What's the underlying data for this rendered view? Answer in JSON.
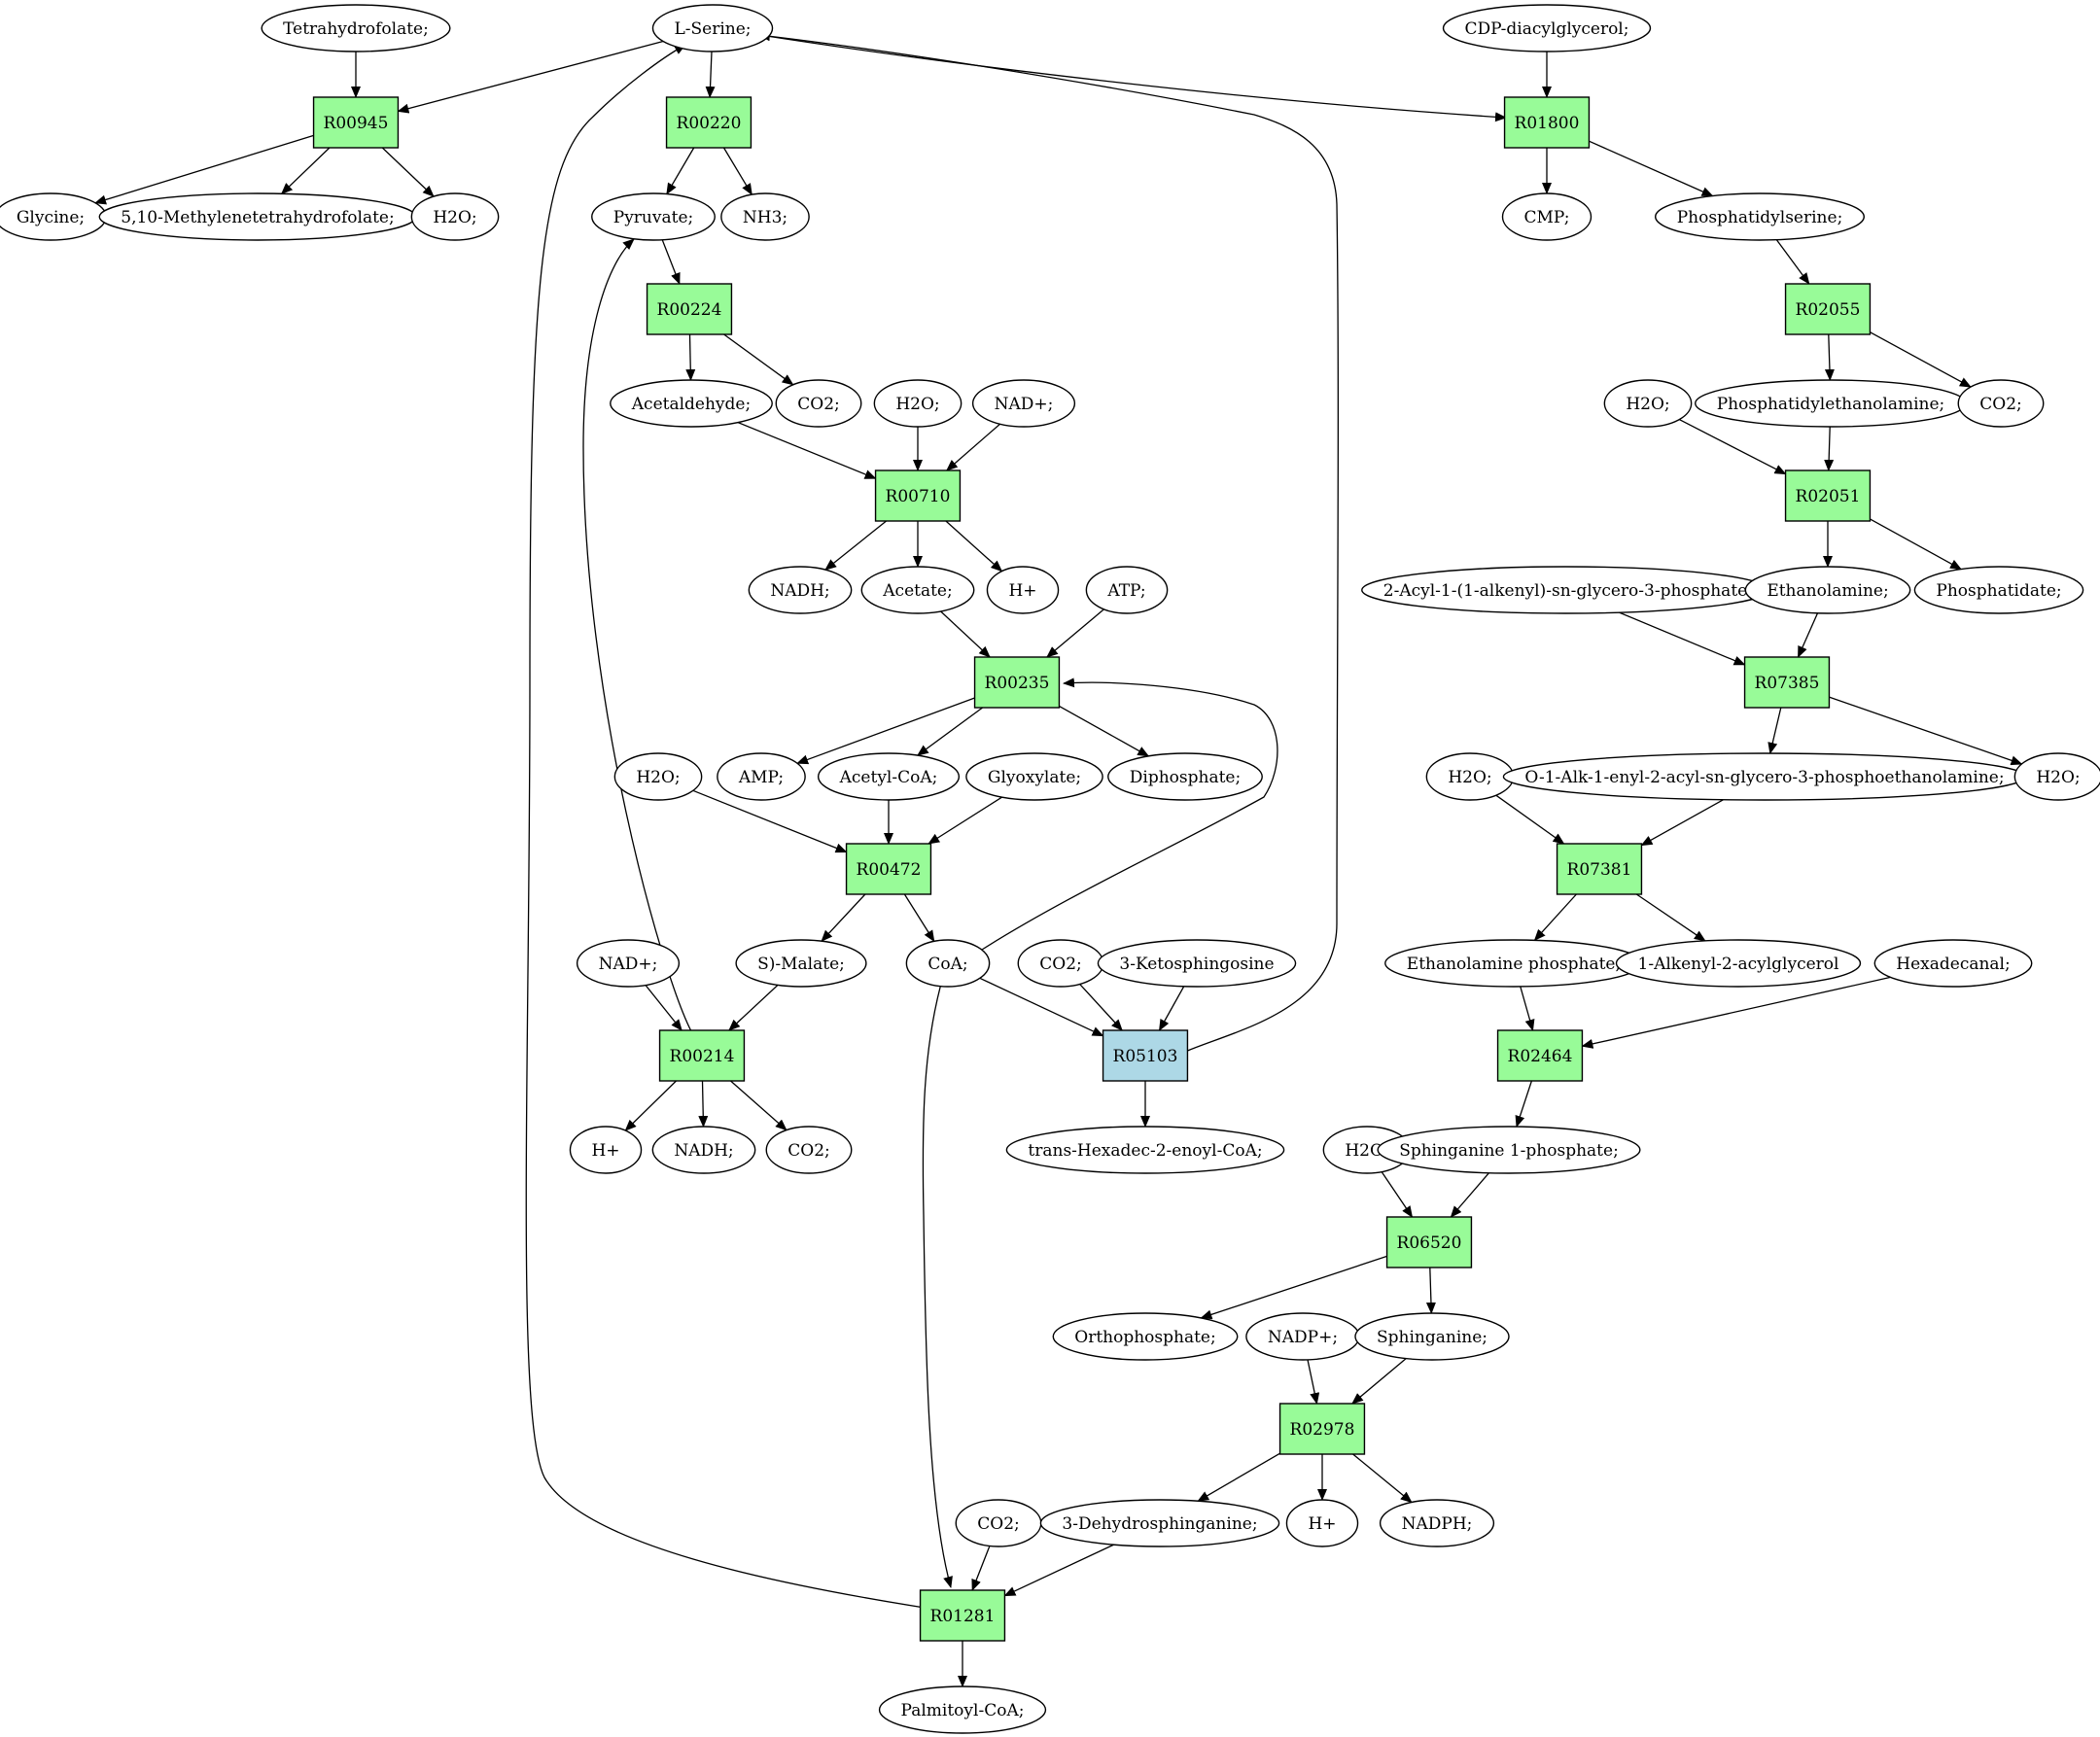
{
  "colors": {
    "reaction": "#98fb98",
    "reaction_highlight": "#add8e6",
    "compound_source": "#00ff00",
    "compound_target": "#ffff00",
    "compound": "#ffffff"
  },
  "nodes": [
    {
      "id": "thf",
      "label": "Tetrahydrofolate;",
      "kind": "compound"
    },
    {
      "id": "ser",
      "label": "L-Serine;",
      "kind": "source"
    },
    {
      "id": "cdpdag",
      "label": "CDP-diacylglycerol;",
      "kind": "compound"
    },
    {
      "id": "R00945",
      "label": "R00945",
      "kind": "reaction"
    },
    {
      "id": "R00220",
      "label": "R00220",
      "kind": "reaction"
    },
    {
      "id": "R01800",
      "label": "R01800",
      "kind": "reaction"
    },
    {
      "id": "gly",
      "label": "Glycine;",
      "kind": "target"
    },
    {
      "id": "mthf",
      "label": "5,10-Methylenetetrahydrofolate;",
      "kind": "compound"
    },
    {
      "id": "h2o_1",
      "label": "H2O;",
      "kind": "compound"
    },
    {
      "id": "pyr",
      "label": "Pyruvate;",
      "kind": "compound"
    },
    {
      "id": "nh3",
      "label": "NH3;",
      "kind": "compound"
    },
    {
      "id": "cmp",
      "label": "CMP;",
      "kind": "compound"
    },
    {
      "id": "ps",
      "label": "Phosphatidylserine;",
      "kind": "compound"
    },
    {
      "id": "R00224",
      "label": "R00224",
      "kind": "reaction"
    },
    {
      "id": "R02055",
      "label": "R02055",
      "kind": "reaction"
    },
    {
      "id": "acald",
      "label": "Acetaldehyde;",
      "kind": "compound"
    },
    {
      "id": "co2_1",
      "label": "CO2;",
      "kind": "compound"
    },
    {
      "id": "h2o_2",
      "label": "H2O;",
      "kind": "compound"
    },
    {
      "id": "nadp_1",
      "label": "NAD+;",
      "kind": "compound"
    },
    {
      "id": "h2o_3",
      "label": "H2O;",
      "kind": "compound"
    },
    {
      "id": "pe",
      "label": "Phosphatidylethanolamine;",
      "kind": "compound"
    },
    {
      "id": "co2_2",
      "label": "CO2;",
      "kind": "compound"
    },
    {
      "id": "R00710",
      "label": "R00710",
      "kind": "reaction"
    },
    {
      "id": "R02051",
      "label": "R02051",
      "kind": "reaction"
    },
    {
      "id": "nadh_1",
      "label": "NADH;",
      "kind": "compound"
    },
    {
      "id": "ac",
      "label": "Acetate;",
      "kind": "compound"
    },
    {
      "id": "hp_1",
      "label": "H+",
      "kind": "compound"
    },
    {
      "id": "atp",
      "label": "ATP;",
      "kind": "compound"
    },
    {
      "id": "acyl",
      "label": "2-Acyl-1-(1-alkenyl)-sn-glycero-3-phosphate",
      "kind": "compound"
    },
    {
      "id": "etoh",
      "label": "Ethanolamine;",
      "kind": "compound"
    },
    {
      "id": "pa",
      "label": "Phosphatidate;",
      "kind": "compound"
    },
    {
      "id": "R00235",
      "label": "R00235",
      "kind": "reaction"
    },
    {
      "id": "R07385",
      "label": "R07385",
      "kind": "reaction"
    },
    {
      "id": "h2o_4",
      "label": "H2O;",
      "kind": "compound"
    },
    {
      "id": "amp",
      "label": "AMP;",
      "kind": "compound"
    },
    {
      "id": "accoa",
      "label": "Acetyl-CoA;",
      "kind": "compound"
    },
    {
      "id": "glx",
      "label": "Glyoxylate;",
      "kind": "compound"
    },
    {
      "id": "ppi",
      "label": "Diphosphate;",
      "kind": "compound"
    },
    {
      "id": "h2o_5",
      "label": "H2O;",
      "kind": "compound"
    },
    {
      "id": "plas",
      "label": "O-1-Alk-1-enyl-2-acyl-sn-glycero-3-phosphoethanolamine;",
      "kind": "compound"
    },
    {
      "id": "h2o_6",
      "label": "H2O;",
      "kind": "compound"
    },
    {
      "id": "R00472",
      "label": "R00472",
      "kind": "reaction"
    },
    {
      "id": "R07381",
      "label": "R07381",
      "kind": "reaction"
    },
    {
      "id": "nadp_2",
      "label": "NAD+;",
      "kind": "compound"
    },
    {
      "id": "mal",
      "label": "S)-Malate;",
      "kind": "compound"
    },
    {
      "id": "coa",
      "label": "CoA;",
      "kind": "compound"
    },
    {
      "id": "co2_3",
      "label": "CO2;",
      "kind": "compound"
    },
    {
      "id": "ketosph",
      "label": "3-Ketosphingosine",
      "kind": "compound"
    },
    {
      "id": "etnp",
      "label": "Ethanolamine phosphate;",
      "kind": "compound"
    },
    {
      "id": "alkag",
      "label": "1-Alkenyl-2-acylglycerol",
      "kind": "compound"
    },
    {
      "id": "hexadecanal",
      "label": "Hexadecanal;",
      "kind": "compound"
    },
    {
      "id": "R00214",
      "label": "R00214",
      "kind": "reaction"
    },
    {
      "id": "R05103",
      "label": "R05103",
      "kind": "reaction_highlight"
    },
    {
      "id": "R02464",
      "label": "R02464",
      "kind": "reaction"
    },
    {
      "id": "hp_2",
      "label": "H+",
      "kind": "compound"
    },
    {
      "id": "nadh_2",
      "label": "NADH;",
      "kind": "compound"
    },
    {
      "id": "co2_4",
      "label": "CO2;",
      "kind": "compound"
    },
    {
      "id": "thcoa",
      "label": "trans-Hexadec-2-enoyl-CoA;",
      "kind": "compound"
    },
    {
      "id": "h2o_7",
      "label": "H2O;",
      "kind": "compound"
    },
    {
      "id": "sa1p",
      "label": "Sphinganine 1-phosphate;",
      "kind": "compound"
    },
    {
      "id": "R06520",
      "label": "R06520",
      "kind": "reaction"
    },
    {
      "id": "pi",
      "label": "Orthophosphate;",
      "kind": "compound"
    },
    {
      "id": "nadpp",
      "label": "NADP+;",
      "kind": "compound"
    },
    {
      "id": "sa",
      "label": "Sphinganine;",
      "kind": "compound"
    },
    {
      "id": "R02978",
      "label": "R02978",
      "kind": "reaction"
    },
    {
      "id": "co2_5",
      "label": "CO2;",
      "kind": "compound"
    },
    {
      "id": "dhsa",
      "label": "3-Dehydrosphinganine;",
      "kind": "compound"
    },
    {
      "id": "hp_3",
      "label": "H+",
      "kind": "compound"
    },
    {
      "id": "nadph",
      "label": "NADPH;",
      "kind": "compound"
    },
    {
      "id": "R01281",
      "label": "R01281",
      "kind": "reaction"
    },
    {
      "id": "palcoa",
      "label": "Palmitoyl-CoA;",
      "kind": "compound"
    }
  ],
  "edges": [
    [
      "thf",
      "R00945"
    ],
    [
      "ser",
      "R00945"
    ],
    [
      "R00945",
      "gly"
    ],
    [
      "R00945",
      "mthf"
    ],
    [
      "R00945",
      "h2o_1"
    ],
    [
      "ser",
      "R00220"
    ],
    [
      "R00220",
      "pyr"
    ],
    [
      "R00220",
      "nh3"
    ],
    [
      "ser",
      "R01800"
    ],
    [
      "cdpdag",
      "R01800"
    ],
    [
      "R01800",
      "cmp"
    ],
    [
      "R01800",
      "ps"
    ],
    [
      "pyr",
      "R00224"
    ],
    [
      "R00224",
      "acald"
    ],
    [
      "R00224",
      "co2_1"
    ],
    [
      "ps",
      "R02055"
    ],
    [
      "R02055",
      "pe"
    ],
    [
      "R02055",
      "co2_2"
    ],
    [
      "acald",
      "R00710"
    ],
    [
      "h2o_2",
      "R00710"
    ],
    [
      "nadp_1",
      "R00710"
    ],
    [
      "R00710",
      "nadh_1"
    ],
    [
      "R00710",
      "ac"
    ],
    [
      "R00710",
      "hp_1"
    ],
    [
      "pe",
      "R02051"
    ],
    [
      "h2o_3",
      "R02051"
    ],
    [
      "R02051",
      "etoh"
    ],
    [
      "R02051",
      "pa"
    ],
    [
      "ac",
      "R00235"
    ],
    [
      "atp",
      "R00235"
    ],
    [
      "coa",
      "R00235"
    ],
    [
      "R00235",
      "amp"
    ],
    [
      "R00235",
      "accoa"
    ],
    [
      "R00235",
      "ppi"
    ],
    [
      "acyl",
      "R07385"
    ],
    [
      "etoh",
      "R07385"
    ],
    [
      "R07385",
      "plas"
    ],
    [
      "R07385",
      "h2o_6"
    ],
    [
      "h2o_4",
      "R00472"
    ],
    [
      "accoa",
      "R00472"
    ],
    [
      "glx",
      "R00472"
    ],
    [
      "R00472",
      "mal"
    ],
    [
      "R00472",
      "coa"
    ],
    [
      "h2o_5",
      "R07381"
    ],
    [
      "plas",
      "R07381"
    ],
    [
      "R07381",
      "etnp"
    ],
    [
      "R07381",
      "alkag"
    ],
    [
      "nadp_2",
      "R00214"
    ],
    [
      "mal",
      "R00214"
    ],
    [
      "R00214",
      "pyr"
    ],
    [
      "R00214",
      "hp_2"
    ],
    [
      "R00214",
      "nadh_2"
    ],
    [
      "R00214",
      "co2_4"
    ],
    [
      "coa",
      "R05103"
    ],
    [
      "co2_3",
      "R05103"
    ],
    [
      "ketosph",
      "R05103"
    ],
    [
      "R05103",
      "ser"
    ],
    [
      "R05103",
      "thcoa"
    ],
    [
      "etnp",
      "R02464"
    ],
    [
      "hexadecanal",
      "R02464"
    ],
    [
      "R02464",
      "sa1p"
    ],
    [
      "h2o_7",
      "R06520"
    ],
    [
      "sa1p",
      "R06520"
    ],
    [
      "R06520",
      "pi"
    ],
    [
      "R06520",
      "sa"
    ],
    [
      "nadpp",
      "R02978"
    ],
    [
      "sa",
      "R02978"
    ],
    [
      "R02978",
      "dhsa"
    ],
    [
      "R02978",
      "hp_3"
    ],
    [
      "R02978",
      "nadph"
    ],
    [
      "coa",
      "R01281"
    ],
    [
      "co2_5",
      "R01281"
    ],
    [
      "dhsa",
      "R01281"
    ],
    [
      "R01281",
      "ser"
    ],
    [
      "R01281",
      "palcoa"
    ]
  ]
}
